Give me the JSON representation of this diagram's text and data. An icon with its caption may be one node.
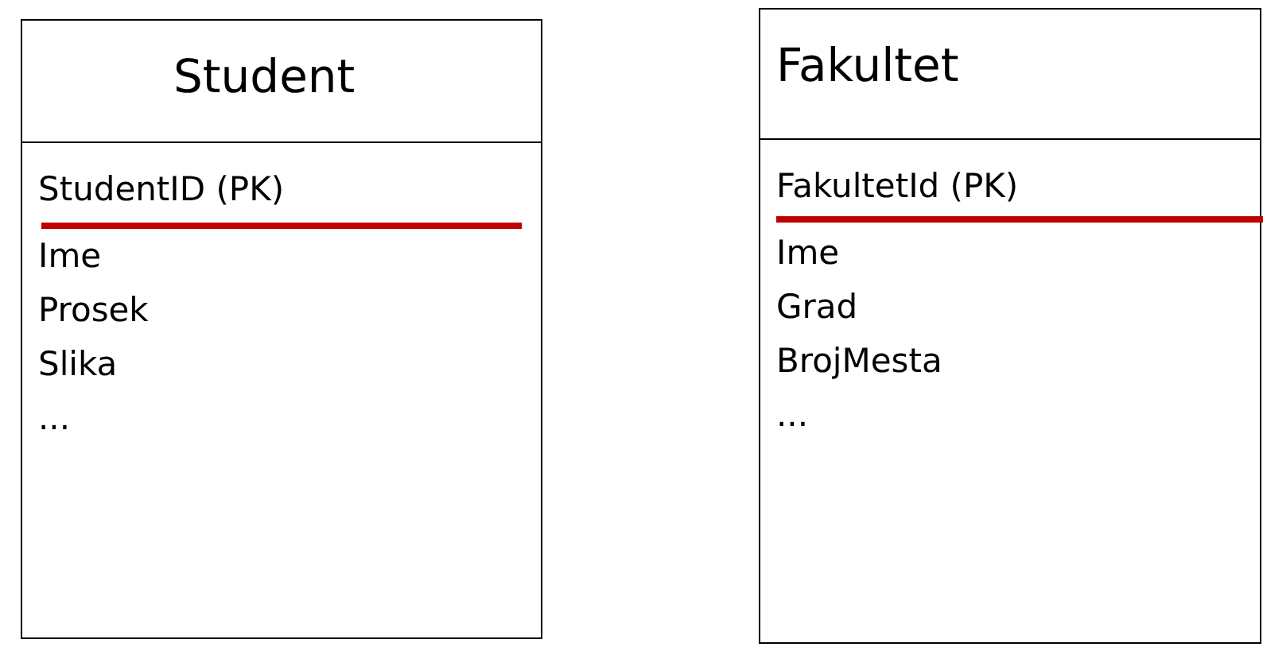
{
  "diagram": {
    "nodes": [
      {
        "text": [
          "Student"
        ]
      },
      {
        "text": [
          "StudentID (PK)",
          "Ime",
          "Prosek",
          "Slika",
          "..."
        ]
      },
      {
        "text": [
          "Fakultet"
        ]
      },
      {
        "text": [
          "FakultetId (PK)",
          "Ime",
          "Grad",
          "BrojMesta",
          "..."
        ]
      }
    ]
  }
}
